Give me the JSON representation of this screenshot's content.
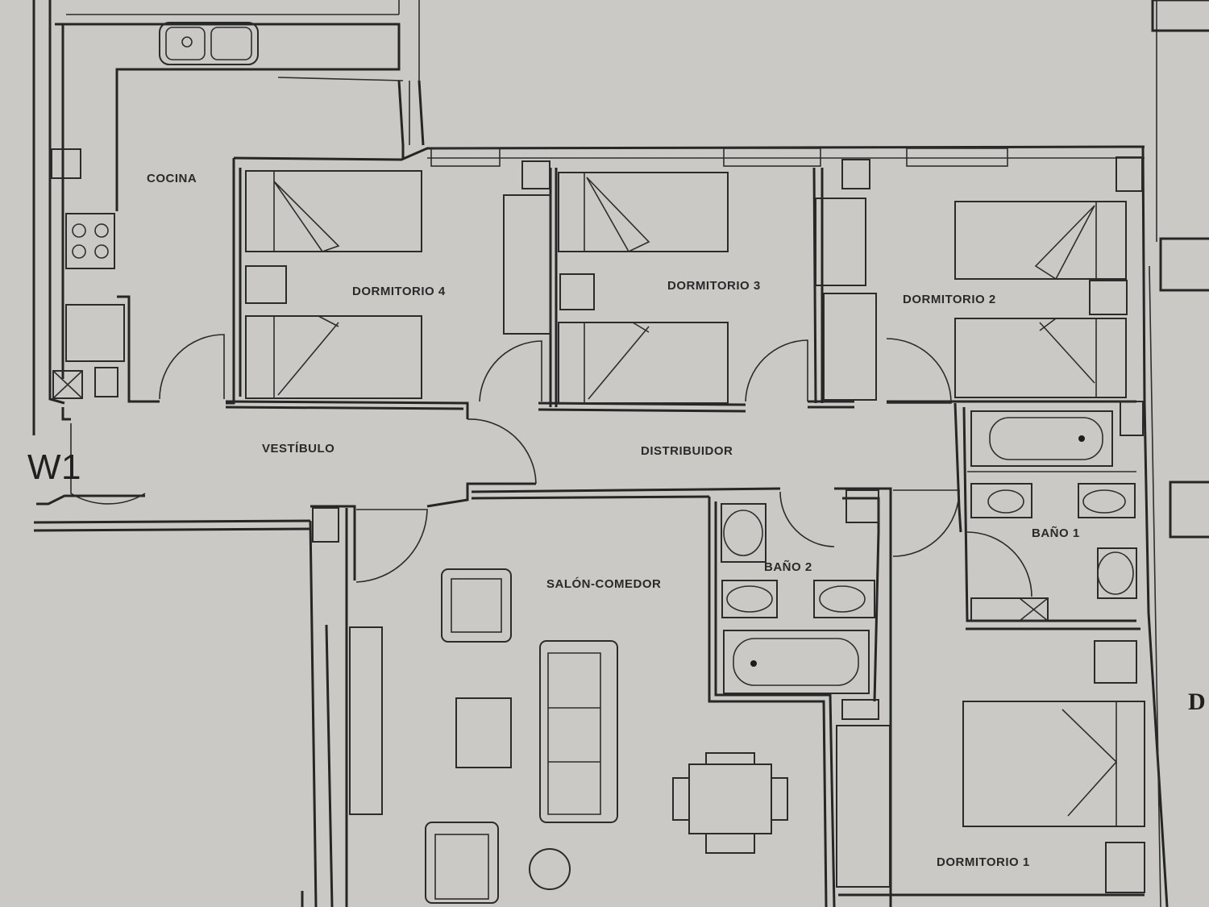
{
  "plan": {
    "rooms": [
      {
        "id": "cocina",
        "label": "COCINA"
      },
      {
        "id": "dormitorio-4",
        "label": "DORMITORIO 4"
      },
      {
        "id": "dormitorio-3",
        "label": "DORMITORIO 3"
      },
      {
        "id": "dormitorio-2",
        "label": "DORMITORIO 2"
      },
      {
        "id": "vestibulo",
        "label": "VESTÍBULO"
      },
      {
        "id": "distribuidor",
        "label": "DISTRIBUIDOR"
      },
      {
        "id": "salon-comedor",
        "label": "SALÓN-COMEDOR"
      },
      {
        "id": "bano-2",
        "label": "BAÑO 2"
      },
      {
        "id": "bano-1",
        "label": "BAÑO 1"
      },
      {
        "id": "dormitorio-1",
        "label": "DORMITORIO 1"
      }
    ],
    "entrance_label": "W1",
    "side_label": "D"
  }
}
